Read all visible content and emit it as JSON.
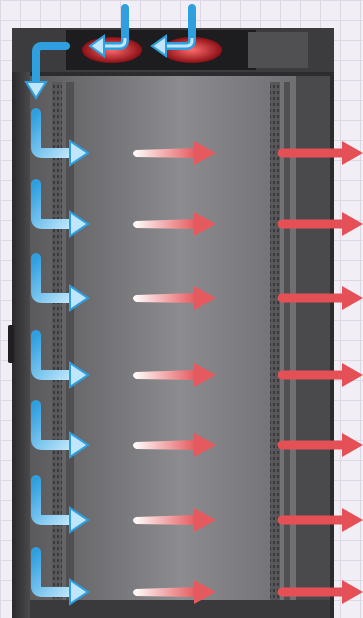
{
  "diagram": {
    "subject": "server-rack-airflow",
    "colors": {
      "cold_air": "#2f9fe0",
      "cold_air_light": "#bfe6fb",
      "hot_air": "#e55a5e",
      "hot_air_light": "#ffffff",
      "exhaust": "#e45056",
      "fan": "#d8262e",
      "rack_frame": "#3a3a3c",
      "rack_interior": "#7d7d80"
    },
    "rows": 7,
    "top_intakes": 2,
    "top_fans": 2
  }
}
